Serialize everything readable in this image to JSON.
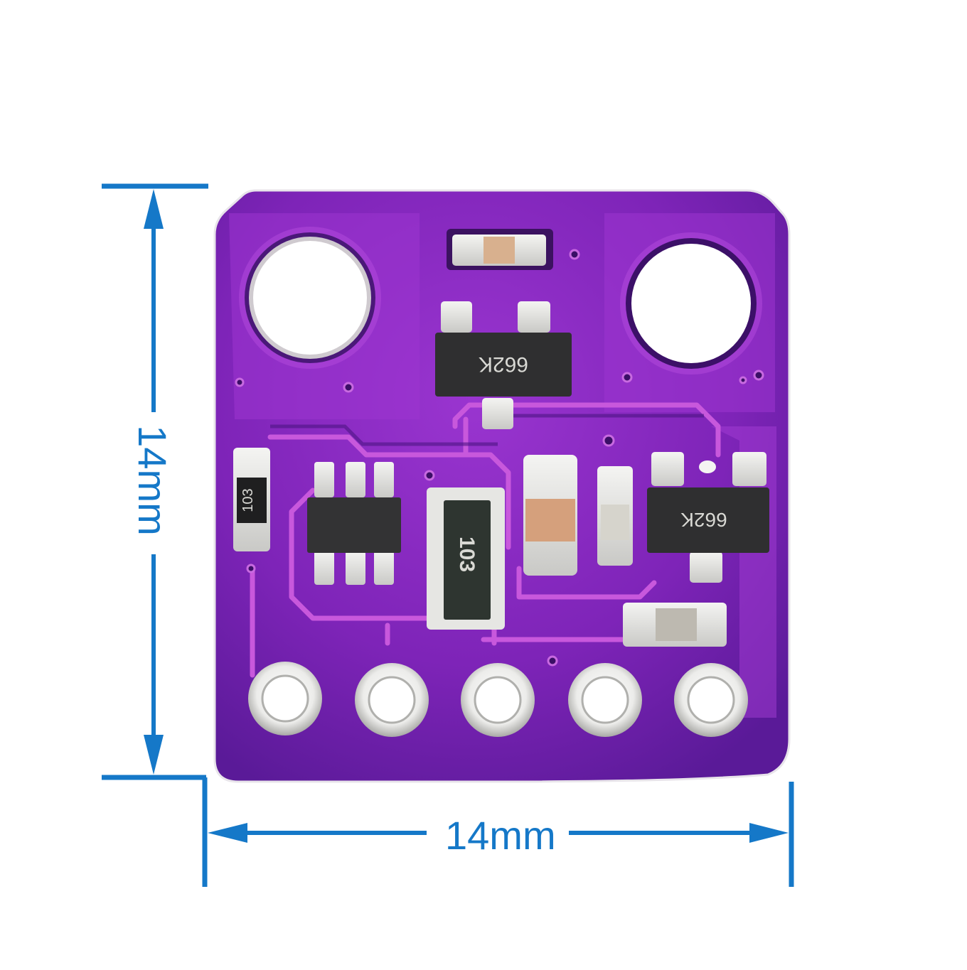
{
  "image": {
    "subject": "PCB sensor breakout module with dimension annotations",
    "background_color": "#ffffff"
  },
  "dimensions": {
    "width_label": "14mm",
    "height_label": "14mm",
    "line_color": "#1578c8"
  },
  "board": {
    "color": "#8a2bc4",
    "trace_color": "#c04fd6",
    "mounting_holes": 2,
    "header_pins": 5
  },
  "components": {
    "regulator_top_marking": "662K",
    "regulator_right_marking": "662K",
    "resistor_array_marking": "103",
    "resistor_left_marking": "103",
    "sot23_6_marking": ""
  }
}
